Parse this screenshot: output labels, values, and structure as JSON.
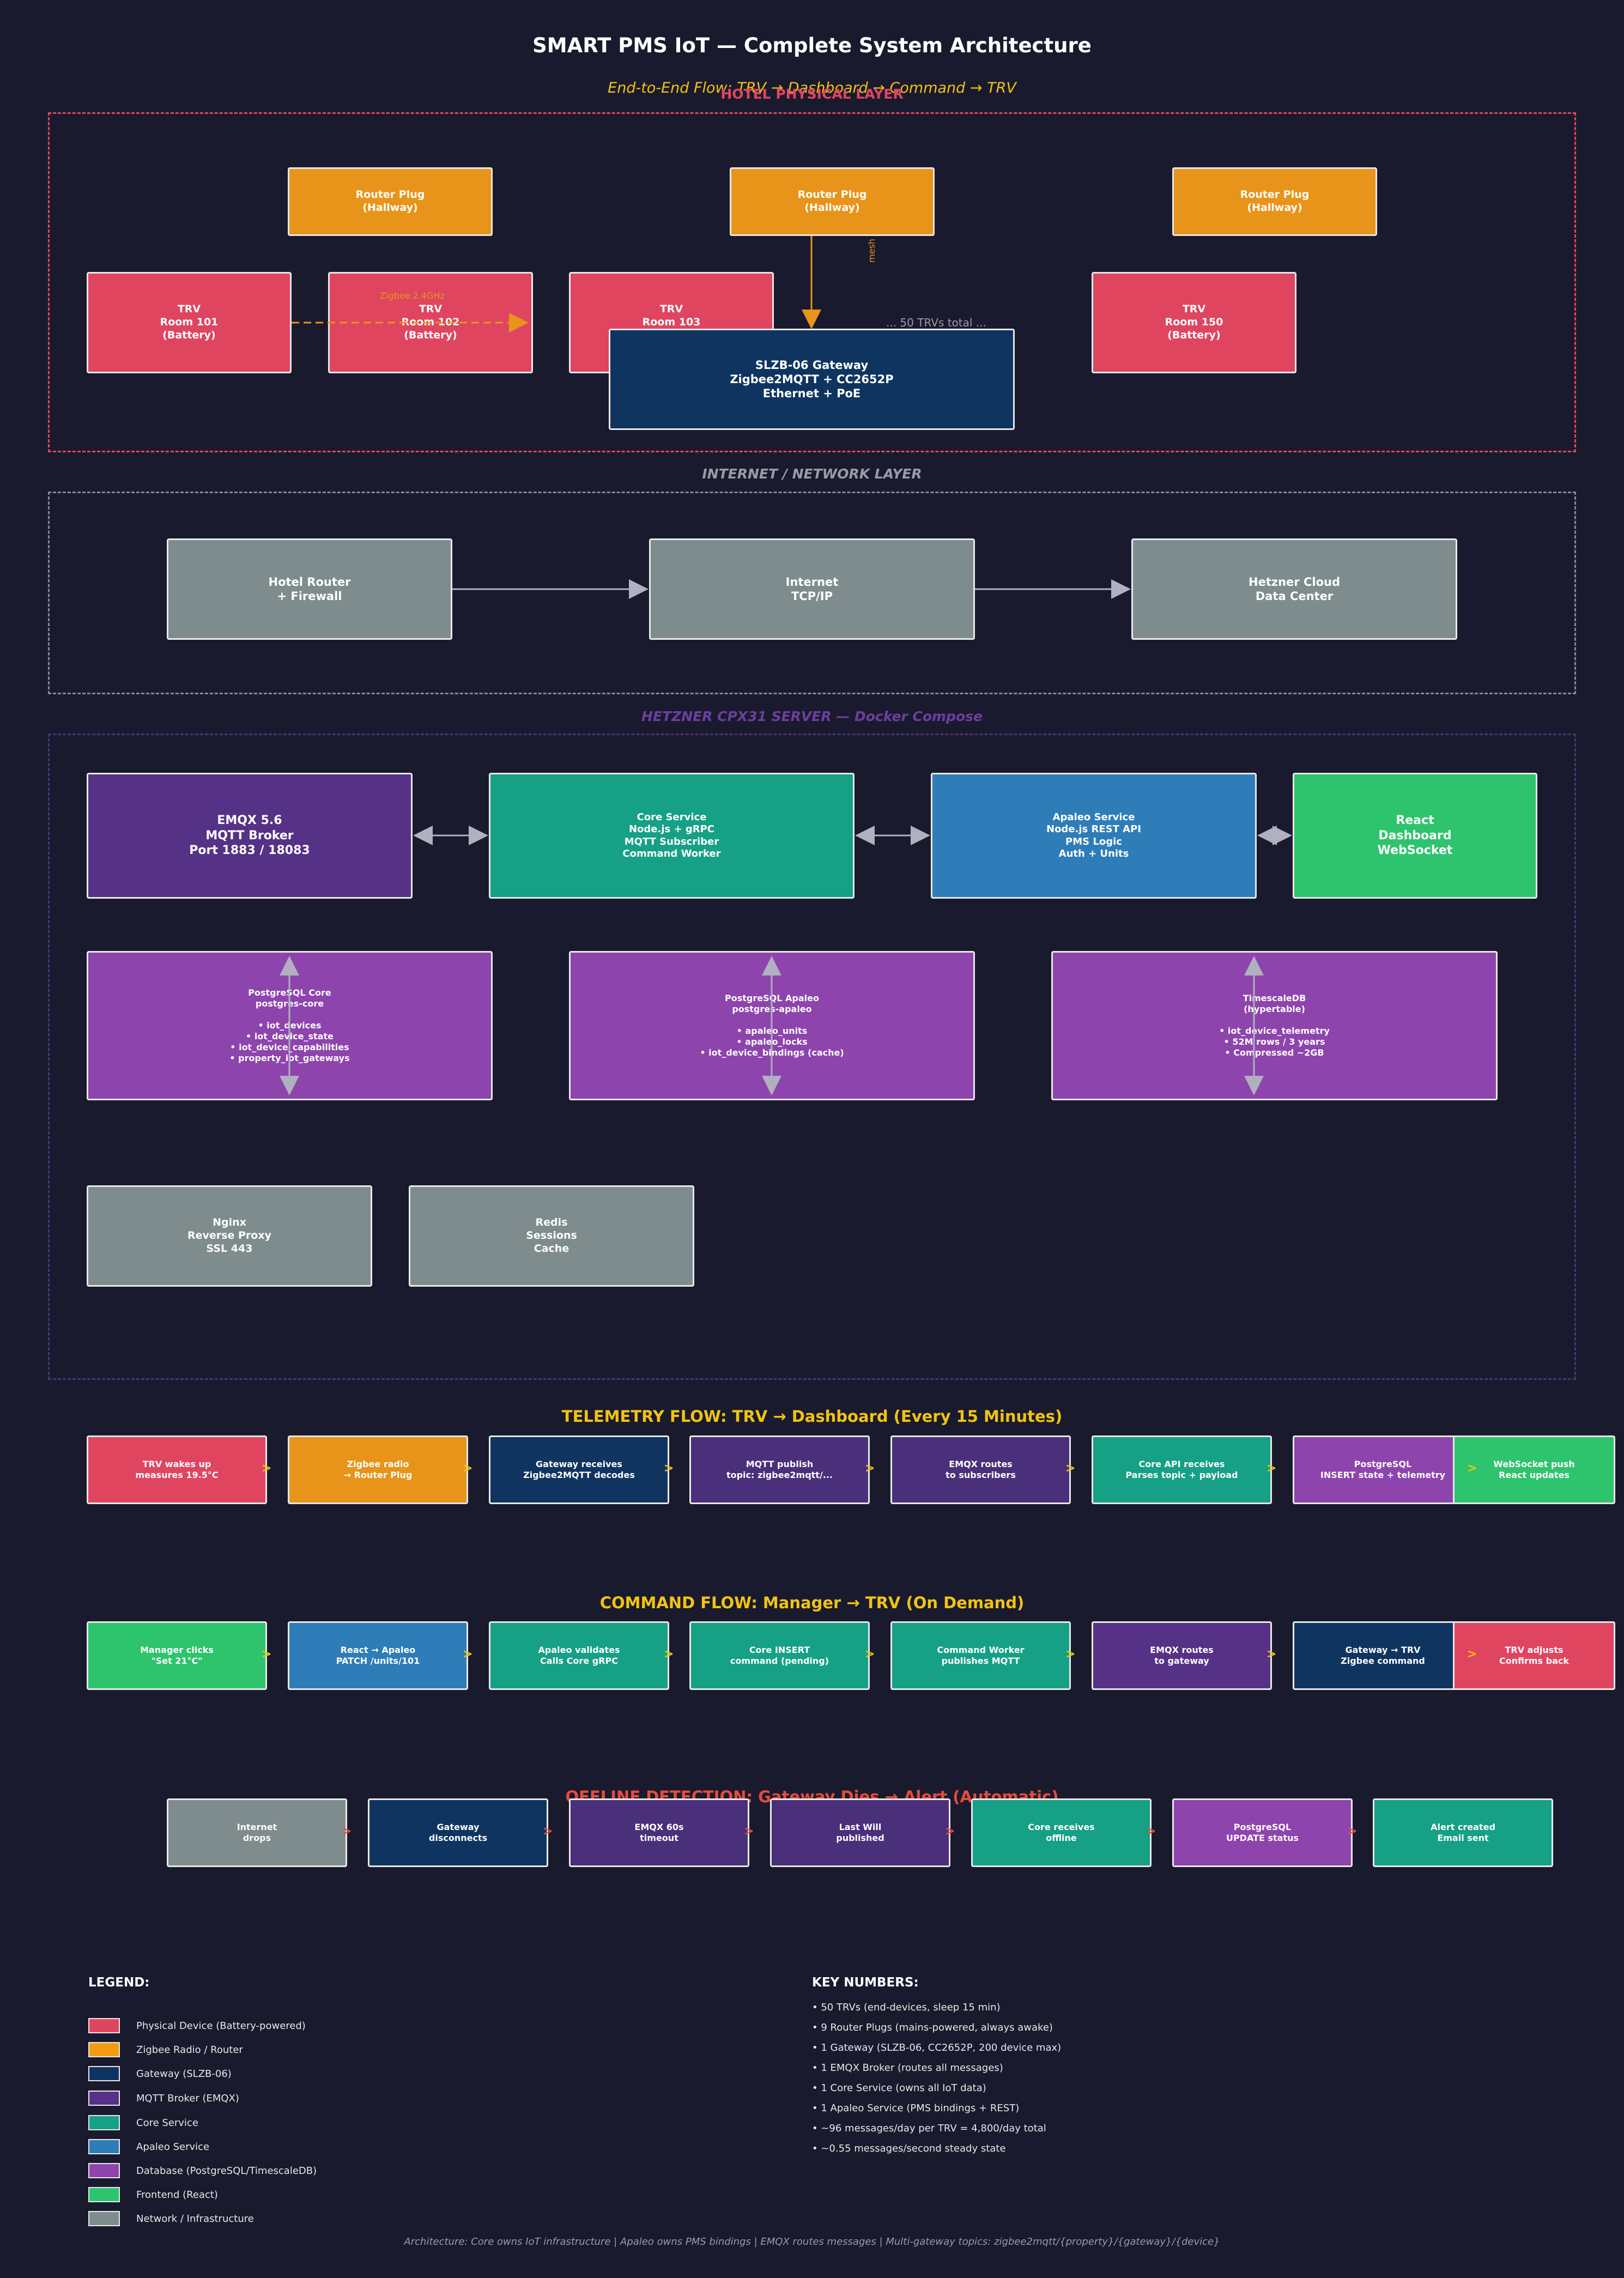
{
  "header": {
    "title": "SMART PMS IoT — Complete System Architecture",
    "subtitle": "End-to-End Flow: TRV → Dashboard → Command → TRV"
  },
  "colors": {
    "background": "#1a1a2e",
    "trv": "#e04560",
    "zigbee": "#e8941a",
    "gateway": "#0f3460",
    "mqtt": "#553285",
    "core": "#16a085",
    "apaleo": "#2e7db8",
    "database": "#8e44ad",
    "frontend": "#2ec46d",
    "network": "#7f8c8d",
    "accent_yellow": "#f1c40f",
    "alert_red": "#e74c3c"
  },
  "hotel_layer": {
    "label": "HOTEL PHYSICAL LAYER",
    "router_plugs": [
      "Router Plug\n(Hallway)",
      "Router Plug\n(Hallway)",
      "Router Plug\n(Hallway)"
    ],
    "trvs": [
      "TRV\nRoom 101\n(Battery)",
      "TRV\nRoom 102\n(Battery)",
      "TRV\nRoom 103\n(Battery)",
      "TRV\nRoom 150\n(Battery)"
    ],
    "zigbee_label": "Zigbee 2.4GHz",
    "mesh_label": "mesh",
    "trv_count_note": "... 50 TRVs total ...",
    "gateway": "SLZB-06 Gateway\nZigbee2MQTT + CC2652P\nEthernet + PoE"
  },
  "network_layer": {
    "label": "INTERNET / NETWORK LAYER",
    "nodes": [
      "Hotel Router\n+ Firewall",
      "Internet\nTCP/IP",
      "Hetzner Cloud\nData Center"
    ]
  },
  "server_layer": {
    "label": "HETZNER CPX31 SERVER — Docker Compose",
    "services": [
      "EMQX 5.6\nMQTT Broker\nPort 1883 / 18083",
      "Core Service\nNode.js + gRPC\nMQTT Subscriber\nCommand Worker",
      "Apaleo Service\nNode.js REST API\nPMS Logic\nAuth + Units",
      "React\nDashboard\nWebSocket"
    ],
    "databases": [
      "PostgreSQL Core\npostgres-core\n\n• iot_devices\n• iot_device_state\n• iot_device_capabilities\n• property_iot_gateways",
      "PostgreSQL Apaleo\npostgres-apaleo\n\n• apaleo_units\n• apaleo_locks\n• iot_device_bindings (cache)",
      "TimescaleDB\n(hypertable)\n\n• iot_device_telemetry\n• 52M rows / 3 years\n• Compressed ~2GB"
    ],
    "infra": [
      "Nginx\nReverse Proxy\nSSL 443",
      "Redis\nSessions\nCache"
    ]
  },
  "telemetry_flow": {
    "title": "TELEMETRY FLOW: TRV → Dashboard (Every 15 Minutes)",
    "steps": [
      "TRV wakes up\nmeasures 19.5°C",
      "Zigbee radio\n→ Router Plug",
      "Gateway receives\nZigbee2MQTT decodes",
      "MQTT publish\ntopic: zigbee2mqtt/...",
      "EMQX routes\nto subscribers",
      "Core API receives\nParses topic + payload",
      "PostgreSQL\nINSERT state + telemetry",
      "WebSocket push\nReact updates"
    ]
  },
  "command_flow": {
    "title": "COMMAND FLOW: Manager → TRV (On Demand)",
    "steps": [
      "Manager clicks\n\"Set 21°C\"",
      "React → Apaleo\nPATCH /units/101",
      "Apaleo validates\nCalls Core gRPC",
      "Core INSERT\ncommand (pending)",
      "Command Worker\npublishes MQTT",
      "EMQX routes\nto gateway",
      "Gateway → TRV\nZigbee command",
      "TRV adjusts\nConfirms back"
    ]
  },
  "offline_flow": {
    "title": "OFFLINE DETECTION: Gateway Dies → Alert (Automatic)",
    "steps": [
      "Internet\ndrops",
      "Gateway\ndisconnects",
      "EMQX 60s\ntimeout",
      "Last Will\npublished",
      "Core receives\noffline",
      "PostgreSQL\nUPDATE status",
      "Alert created\nEmail sent"
    ]
  },
  "arrow_glyph": ">",
  "legend": {
    "title": "LEGEND:",
    "items": [
      "Physical Device (Battery-powered)",
      "Zigbee Radio / Router",
      "Gateway (SLZB-06)",
      "MQTT Broker (EMQX)",
      "Core Service",
      "Apaleo Service",
      "Database (PostgreSQL/TimescaleDB)",
      "Frontend (React)",
      "Network / Infrastructure"
    ]
  },
  "key_numbers": {
    "title": "KEY NUMBERS:",
    "items": [
      "• 50 TRVs (end-devices, sleep 15 min)",
      "• 9 Router Plugs (mains-powered, always awake)",
      "• 1 Gateway (SLZB-06, CC2652P, 200 device max)",
      "• 1 EMQX Broker (routes all messages)",
      "• 1 Core Service (owns all IoT data)",
      "• 1 Apaleo Service (PMS bindings + REST)",
      "• ~96 messages/day per TRV = 4,800/day total",
      "• ~0.55 messages/second steady state"
    ]
  },
  "footer": "Architecture: Core owns IoT infrastructure | Apaleo owns PMS bindings | EMQX routes messages | Multi-gateway topics: zigbee2mqtt/{property}/{gateway}/{device}"
}
